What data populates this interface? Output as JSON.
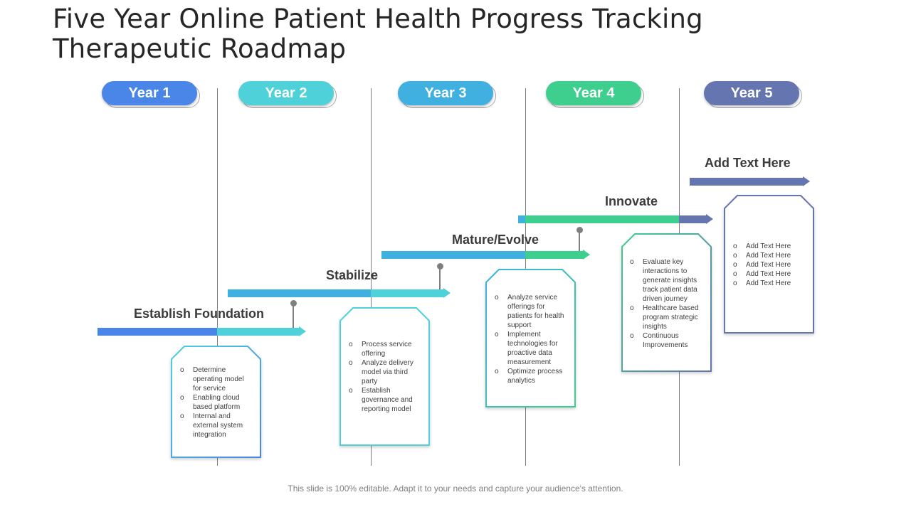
{
  "title": "Five Year Online Patient Health Progress Tracking Therapeutic Roadmap",
  "years": [
    {
      "label": "Year 1",
      "color": "#4a86e8"
    },
    {
      "label": "Year 2",
      "color": "#4fd1d9"
    },
    {
      "label": "Year 3",
      "color": "#3fb0e0"
    },
    {
      "label": "Year 4",
      "color": "#3ecf8e"
    },
    {
      "label": "Year 5",
      "color": "#6475b0"
    }
  ],
  "stages": [
    {
      "label": "Establish Foundation"
    },
    {
      "label": "Stabilize"
    },
    {
      "label": "Mature/Evolve"
    },
    {
      "label": "Innovate"
    },
    {
      "label": "Add Text Here"
    }
  ],
  "cards": [
    {
      "items": [
        "Determine operating model for service",
        "Enabling cloud based platform",
        "Internal and external system integration"
      ]
    },
    {
      "items": [
        "Process service offering",
        "Analyze delivery model via third party",
        "Establish governance and reporting model"
      ]
    },
    {
      "items": [
        "Analyze service offerings for patients for health support",
        "Implement technologies for proactive data measurement",
        "Optimize process analytics"
      ]
    },
    {
      "items": [
        "Evaluate key interactions to generate insights track patient data driven journey",
        "Healthcare based program strategic insights",
        "Continuous Improvements"
      ]
    },
    {
      "items": [
        "Add Text Here",
        "Add Text Here",
        "Add Text Here",
        "Add Text Here",
        "Add Text Here"
      ]
    }
  ],
  "footer": "This slide is 100% editable. Adapt it to your needs and capture your audience's attention."
}
